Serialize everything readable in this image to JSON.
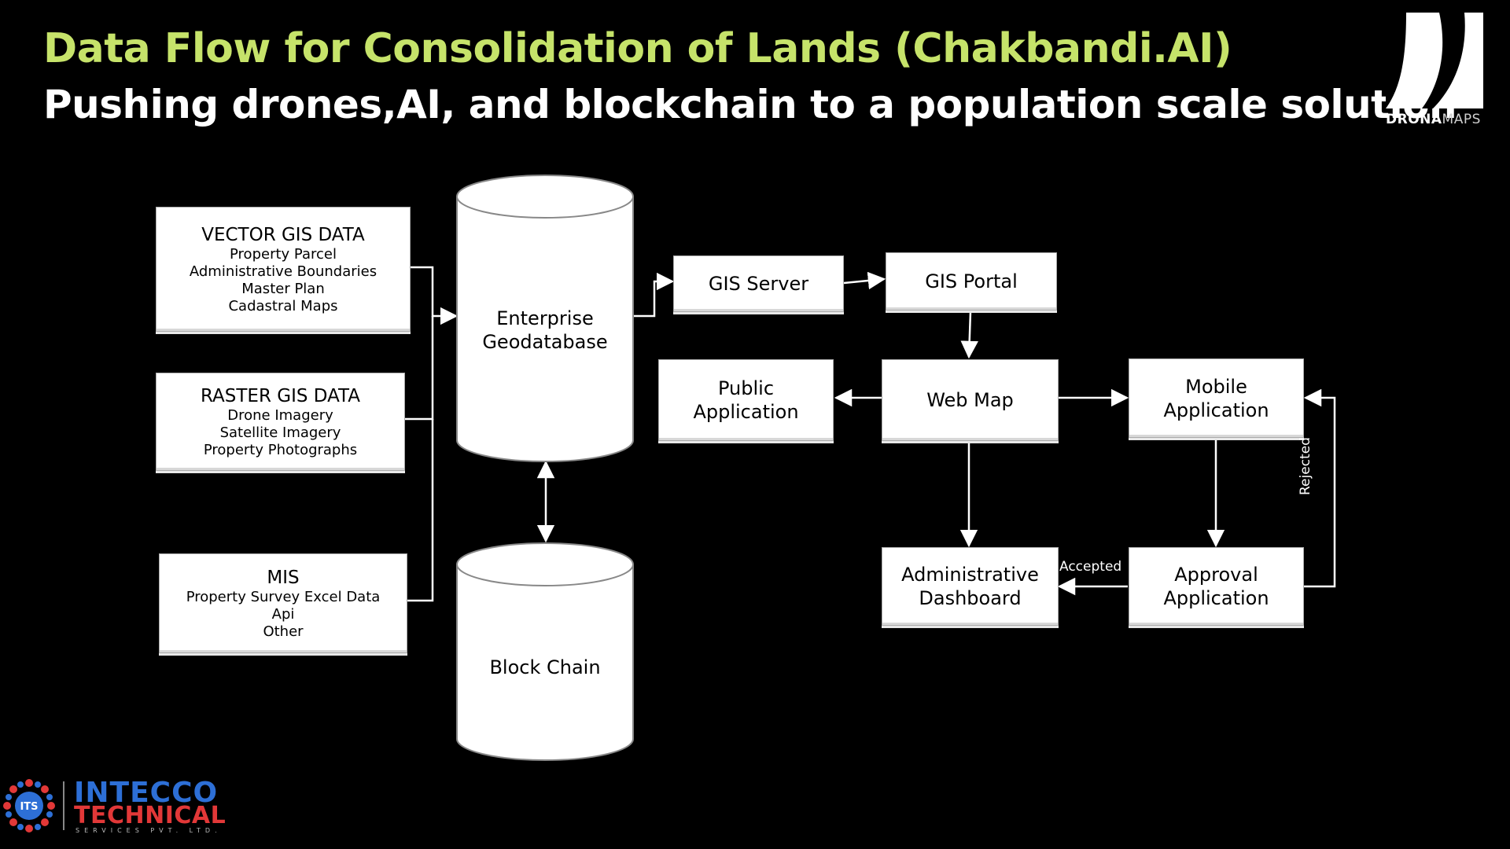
{
  "header": {
    "title": "Data Flow for Consolidation of Lands (Chakbandi.AI)",
    "subtitle": "Pushing drones,AI, and blockchain to a population scale solution"
  },
  "logos": {
    "drona_bold": "DRONA",
    "drona_light": "MAPS",
    "its_line1": "INTECCO",
    "its_line2": "TECHNICAL",
    "its_line3": "SERVICES PVT. LTD.",
    "its_badge": "ITS"
  },
  "sources": [
    {
      "title": "VECTOR GIS DATA",
      "items": [
        "Property Parcel",
        "Administrative Boundaries",
        "Master Plan",
        "Cadastral Maps"
      ]
    },
    {
      "title": "RASTER GIS DATA",
      "items": [
        "Drone Imagery",
        "Satellite Imagery",
        "Property Photographs"
      ]
    },
    {
      "title": "MIS",
      "items": [
        "Property Survey Excel Data",
        "Api",
        "Other"
      ]
    }
  ],
  "stores": {
    "geodatabase_line1": "Enterprise",
    "geodatabase_line2": "Geodatabase",
    "blockchain": "Block Chain"
  },
  "nodes": {
    "gis_server": "GIS Server",
    "gis_portal": "GIS Portal",
    "web_map": "Web Map",
    "public_app_line1": "Public",
    "public_app_line2": "Application",
    "mobile_app_line1": "Mobile",
    "mobile_app_line2": "Application",
    "admin_dash_line1": "Administrative",
    "admin_dash_line2": "Dashboard",
    "approval_app_line1": "Approval",
    "approval_app_line2": "Application"
  },
  "edges": {
    "accepted": "Accepted",
    "rejected": "Rejected"
  },
  "colors": {
    "background": "#000000",
    "title": "#c6e36a",
    "node_fill": "#ffffff",
    "edge": "#ffffff",
    "its_blue": "#2d6fd6",
    "its_red": "#e23838"
  },
  "icons": [
    "drona-maps-logo-icon",
    "its-gear-badge-icon",
    "arrow-icon"
  ]
}
